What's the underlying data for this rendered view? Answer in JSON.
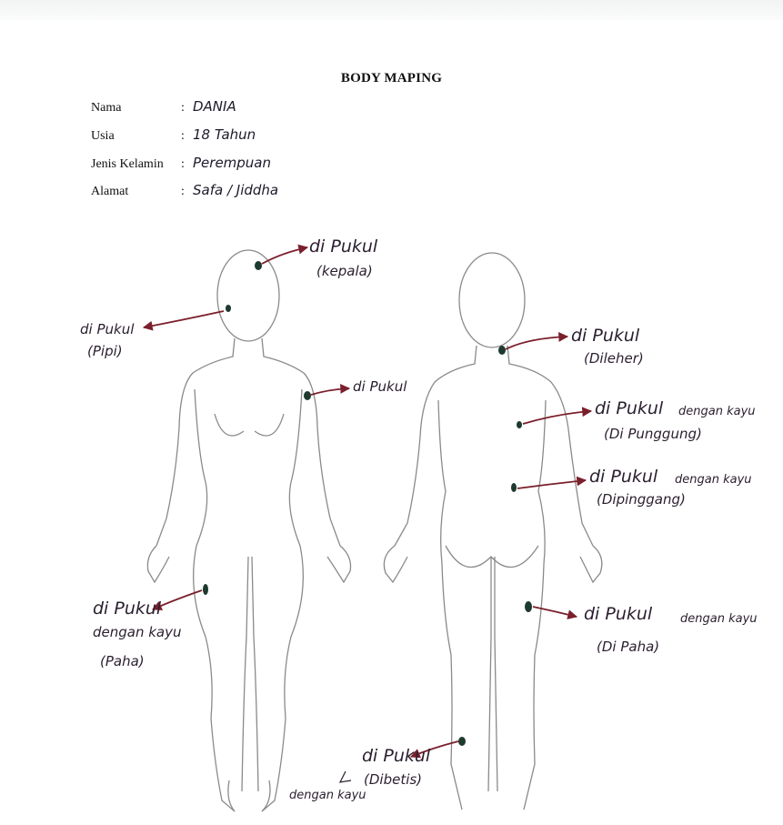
{
  "title": "BODY MAPING",
  "fields": [
    {
      "label": "Nama",
      "value": "DANIA"
    },
    {
      "label": "Usia",
      "value": "18 Tahun"
    },
    {
      "label": "Jenis Kelamin",
      "value": "Perempuan"
    },
    {
      "label": "Alamat",
      "value": "Safa / Jiddha"
    }
  ],
  "colon": ":",
  "annotations": {
    "head": {
      "action": "di Pukul",
      "site": "(kepala)"
    },
    "cheek": {
      "action": "di Pukul",
      "site": "(Pipi)"
    },
    "arm": {
      "action": "di Pukul"
    },
    "thigh_front": {
      "action": "di Pukul",
      "detail": "dengan kayu",
      "site": "(Paha)"
    },
    "neck": {
      "action": "di Pukul",
      "site": "(Dileher)"
    },
    "back": {
      "action": "di Pukul",
      "detail": "dengan kayu",
      "site": "(Di Punggung)"
    },
    "waist": {
      "action": "di Pukul",
      "detail": "dengan kayu",
      "site": "(Dipinggang)"
    },
    "thigh_back": {
      "action": "di Pukul",
      "detail": "dengan kayu",
      "site": "(Di Paha)"
    },
    "calf": {
      "action": "di Pukul",
      "site": "(Dibetis)",
      "detail": "dengan kayu"
    }
  },
  "colors": {
    "ink_arrow": "#7a1f2b",
    "ink_dot": "#1e3a2f",
    "outline": "#8a8a8a"
  }
}
